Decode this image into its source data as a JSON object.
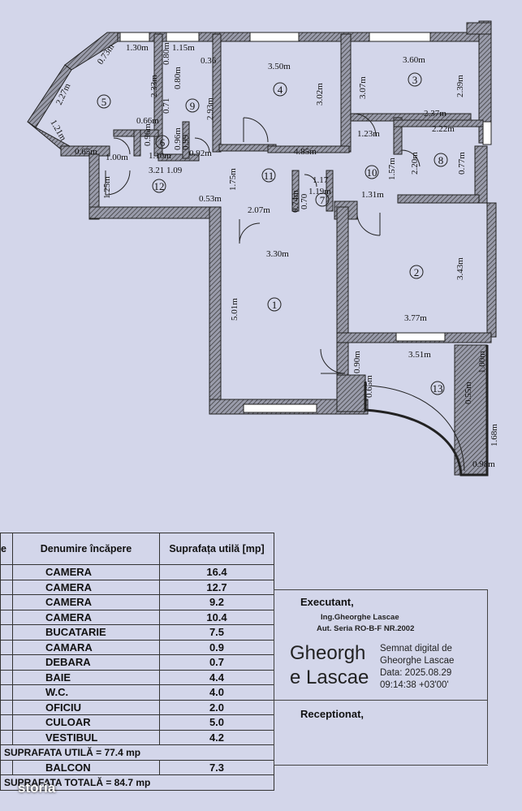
{
  "plan": {
    "rooms": {
      "r1": "1",
      "r2": "2",
      "r3": "3",
      "r4": "4",
      "r5": "5",
      "r6": "6",
      "r7": "7",
      "r8": "8",
      "r9": "9",
      "r10": "10",
      "r11": "11",
      "r12": "12",
      "r13": "13"
    },
    "dims": {
      "d130": "1.30m",
      "d115": "1.15m",
      "d073": "0.73m",
      "d227": "2.27m",
      "d121": "1.21m",
      "d065a": "0.65m",
      "d100": "1.00m",
      "d233": "2.33m",
      "d080": "0.80m",
      "d110": "1.10m",
      "d066": "0.66m",
      "d096a": "0.96m",
      "d096b": "0.96m",
      "d092": "0.92m",
      "d036": "0.36",
      "d293": "2.93m",
      "d350": "3.50m",
      "d302": "3.02m",
      "d360": "3.60m",
      "d307": "3.07m",
      "d239": "2.39m",
      "d237": "2.37m",
      "d222": "2.22m",
      "d123": "1.23m",
      "d485": "4.85m",
      "d175": "1.75m",
      "d125": "1.25m",
      "d053": "0.53m",
      "d207": "2.07m",
      "d074": "0.74m",
      "d119": "1.19m",
      "d131": "1.31m",
      "d157": "1.57m",
      "d220": "2.20m",
      "d077": "0.77m",
      "d330": "3.30m",
      "d501": "5.01m",
      "d343": "3.43m",
      "d377": "3.77m",
      "d351": "3.51m",
      "d090": "0.90m",
      "d100b": "1.00m",
      "d065b": "0.65m",
      "d055": "0.55m",
      "d168": "1.68m",
      "d098": "0.98m",
      "d321": "3.21",
      "d117": "1.17",
      "d109": "1.09",
      "d099": "0.99",
      "d070": "0.70",
      "d080b": "0.80m",
      "d071": "0.71"
    }
  },
  "table": {
    "corner": "e",
    "header_name": "Denumire încăpere",
    "header_area": "Suprafața utilă [mp]",
    "rows": [
      {
        "name": "CAMERA",
        "area": "16.4"
      },
      {
        "name": "CAMERA",
        "area": "12.7"
      },
      {
        "name": "CAMERA",
        "area": "9.2"
      },
      {
        "name": "CAMERA",
        "area": "10.4"
      },
      {
        "name": "BUCATARIE",
        "area": "7.5"
      },
      {
        "name": "CAMARA",
        "area": "0.9"
      },
      {
        "name": "DEBARA",
        "area": "0.7"
      },
      {
        "name": "BAIE",
        "area": "4.4"
      },
      {
        "name": "W.C.",
        "area": "4.0"
      },
      {
        "name": "OFICIU",
        "area": "2.0"
      },
      {
        "name": "CULOAR",
        "area": "5.0"
      },
      {
        "name": "VESTIBUL",
        "area": "4.2"
      }
    ],
    "useful_total": "SUPRAFATA UTILĂ =  77.4  mp",
    "balcon_name": "BALCON",
    "balcon_area": "7.3",
    "grand_total": "SUPRAFATA TOTALĂ =   84.7  mp"
  },
  "stamp": {
    "executant": "Executant,",
    "engineer": "Ing.Gheorghe Lascae",
    "authorization": "Aut. Seria RO-B-F NR.2002",
    "signature_name": "Gheorgh e Lascae",
    "signed_line1": "Semnat digital de",
    "signed_line2": "Gheorghe Lascae",
    "signed_line3": "Data: 2025.08.29",
    "signed_line4": "09:14:38 +03'00'",
    "receptionat": "Receptionat,"
  },
  "overlay": {
    "watermark": "storia"
  }
}
